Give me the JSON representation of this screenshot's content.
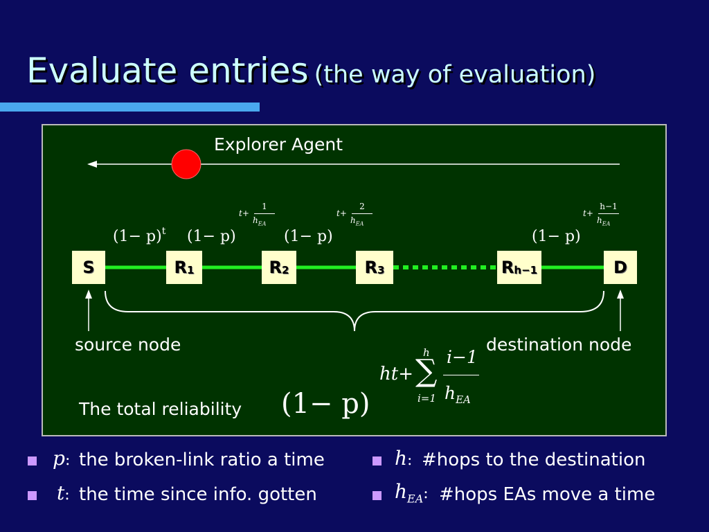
{
  "slide": {
    "title": "Evaluate entries",
    "subtitle": "(the way of evaluation)"
  },
  "diagram": {
    "agent_label": "Explorer Agent",
    "nodes": {
      "s": "S",
      "r1": "R",
      "r1_sub": "1",
      "r2": "R",
      "r2_sub": "2",
      "r3": "R",
      "r3_sub": "3",
      "rh": "R",
      "rh_sub": "h−1",
      "d": "D"
    },
    "source_label": "source node",
    "destination_label": "destination node",
    "total_label": "The total reliability",
    "factor_base": "(1− p)",
    "factor_exp_t": "t",
    "exp_t": "t+",
    "exp_h": "h",
    "exp_ea": "EA",
    "exp_num_1": "1",
    "exp_num_2": "2",
    "exp_num_h": "h−1",
    "total_base": "(1− p)",
    "total_exp_ht": "ht+",
    "total_sum": "∑",
    "total_sum_top": "h",
    "total_sum_bottom": "i=1",
    "total_num": "i−1",
    "colors": {
      "link": "#22ee22",
      "agent": "#ff0000",
      "node_fill": "#ffffcc"
    }
  },
  "bullets": [
    {
      "var": "p",
      "sep": ":",
      "text": "the broken-link ratio a time"
    },
    {
      "var": "h",
      "sep": ":",
      "text": "#hops to the destination"
    },
    {
      "var": "t",
      "sep": ":",
      "text": "the time since info. gotten"
    },
    {
      "var": "h",
      "var_sub": "EA",
      "sep": ":",
      "text": "#hops EAs move a time"
    }
  ]
}
